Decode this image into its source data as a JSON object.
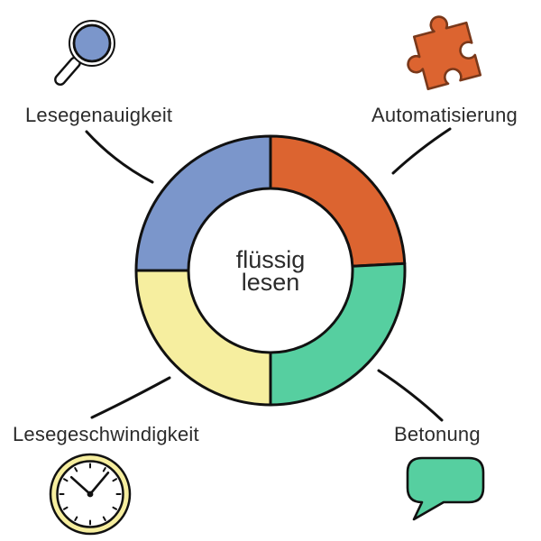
{
  "background": "#ffffff",
  "colors": {
    "blue": "#7b96cb",
    "orange": "#dc6430",
    "green": "#56cfa0",
    "yellow": "#f6ee9f",
    "outline": "#111111",
    "puzzle_outline": "#79381a",
    "text": "#2b2b2b"
  },
  "diagram": {
    "center": {
      "line1": "flüssig",
      "line2": "lesen"
    },
    "items": [
      {
        "id": "lesegenauigkeit",
        "label": "Lesegenauigkeit",
        "icon": "magnifier-icon",
        "position": "top-left",
        "color": "#7b96cb"
      },
      {
        "id": "automatisierung",
        "label": "Automatisierung",
        "icon": "puzzle-icon",
        "position": "top-right",
        "color": "#dc6430"
      },
      {
        "id": "lesegeschwindigkeit",
        "label": "Lesegeschwindigkeit",
        "icon": "clock-icon",
        "position": "bottom-left",
        "color": "#f6ee9f"
      },
      {
        "id": "betonung",
        "label": "Betonung",
        "icon": "speech-bubble-icon",
        "position": "bottom-right",
        "color": "#56cfa0"
      }
    ]
  },
  "chart_data": {
    "type": "pie",
    "variant": "donut",
    "center_label": "flüssig lesen",
    "legend_position": "none",
    "segments": [
      {
        "id": "lesegenauigkeit",
        "label": "Lesegenauigkeit",
        "color": "#7b96cb",
        "start_deg": 180,
        "end_deg": 270
      },
      {
        "id": "automatisierung",
        "label": "Automatisierung",
        "color": "#dc6430",
        "start_deg": 270,
        "end_deg": 357
      },
      {
        "id": "betonung",
        "label": "Betonung",
        "color": "#56cfa0",
        "start_deg": -3,
        "end_deg": 90
      },
      {
        "id": "lesegeschwindigkeit",
        "label": "Lesegeschwindigkeit",
        "color": "#f6ee9f",
        "start_deg": 90,
        "end_deg": 180
      }
    ]
  }
}
